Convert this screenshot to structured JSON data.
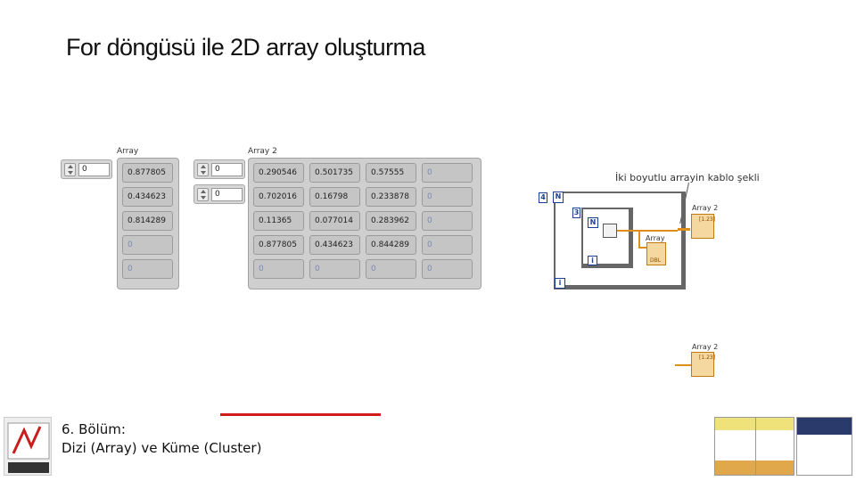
{
  "slide": {
    "title": "For döngüsü ile 2D array oluşturma",
    "footer_line1": "6. Bölüm:",
    "footer_line2": "Dizi (Array) ve Küme (Cluster)"
  },
  "front_panel": {
    "array1": {
      "label": "Array",
      "index": "0",
      "values": [
        "0.877805",
        "0.434623",
        "0.814289",
        "0",
        "0"
      ]
    },
    "array2": {
      "label": "Array 2",
      "index_row": "0",
      "index_col": "0",
      "rows": [
        [
          "0.290546",
          "0.501735",
          "0.57555",
          "0"
        ],
        [
          "0.702016",
          "0.16798",
          "0.233878",
          "0"
        ],
        [
          "0.11365",
          "0.077014",
          "0.283962",
          "0"
        ],
        [
          "0.877805",
          "0.434623",
          "0.844289",
          "0"
        ],
        [
          "0",
          "0",
          "0",
          "0"
        ]
      ]
    }
  },
  "block_diagram": {
    "note": "İki boyutlu arrayin kablo şekli",
    "outer_count": "4",
    "outer_N": "N",
    "inner_count": "3",
    "inner_N": "N",
    "inner_i": "i",
    "outer_i": "i",
    "array_label": "Array",
    "array2_label": "Array 2",
    "array2_label_bottom": "Array 2",
    "dbl": "DBL",
    "sixteen": "[1.23]"
  },
  "colors": {
    "wire_orange": "#e08d1a",
    "terminal_blue": "#1c3f94",
    "accent_red": "#d21c1c"
  }
}
